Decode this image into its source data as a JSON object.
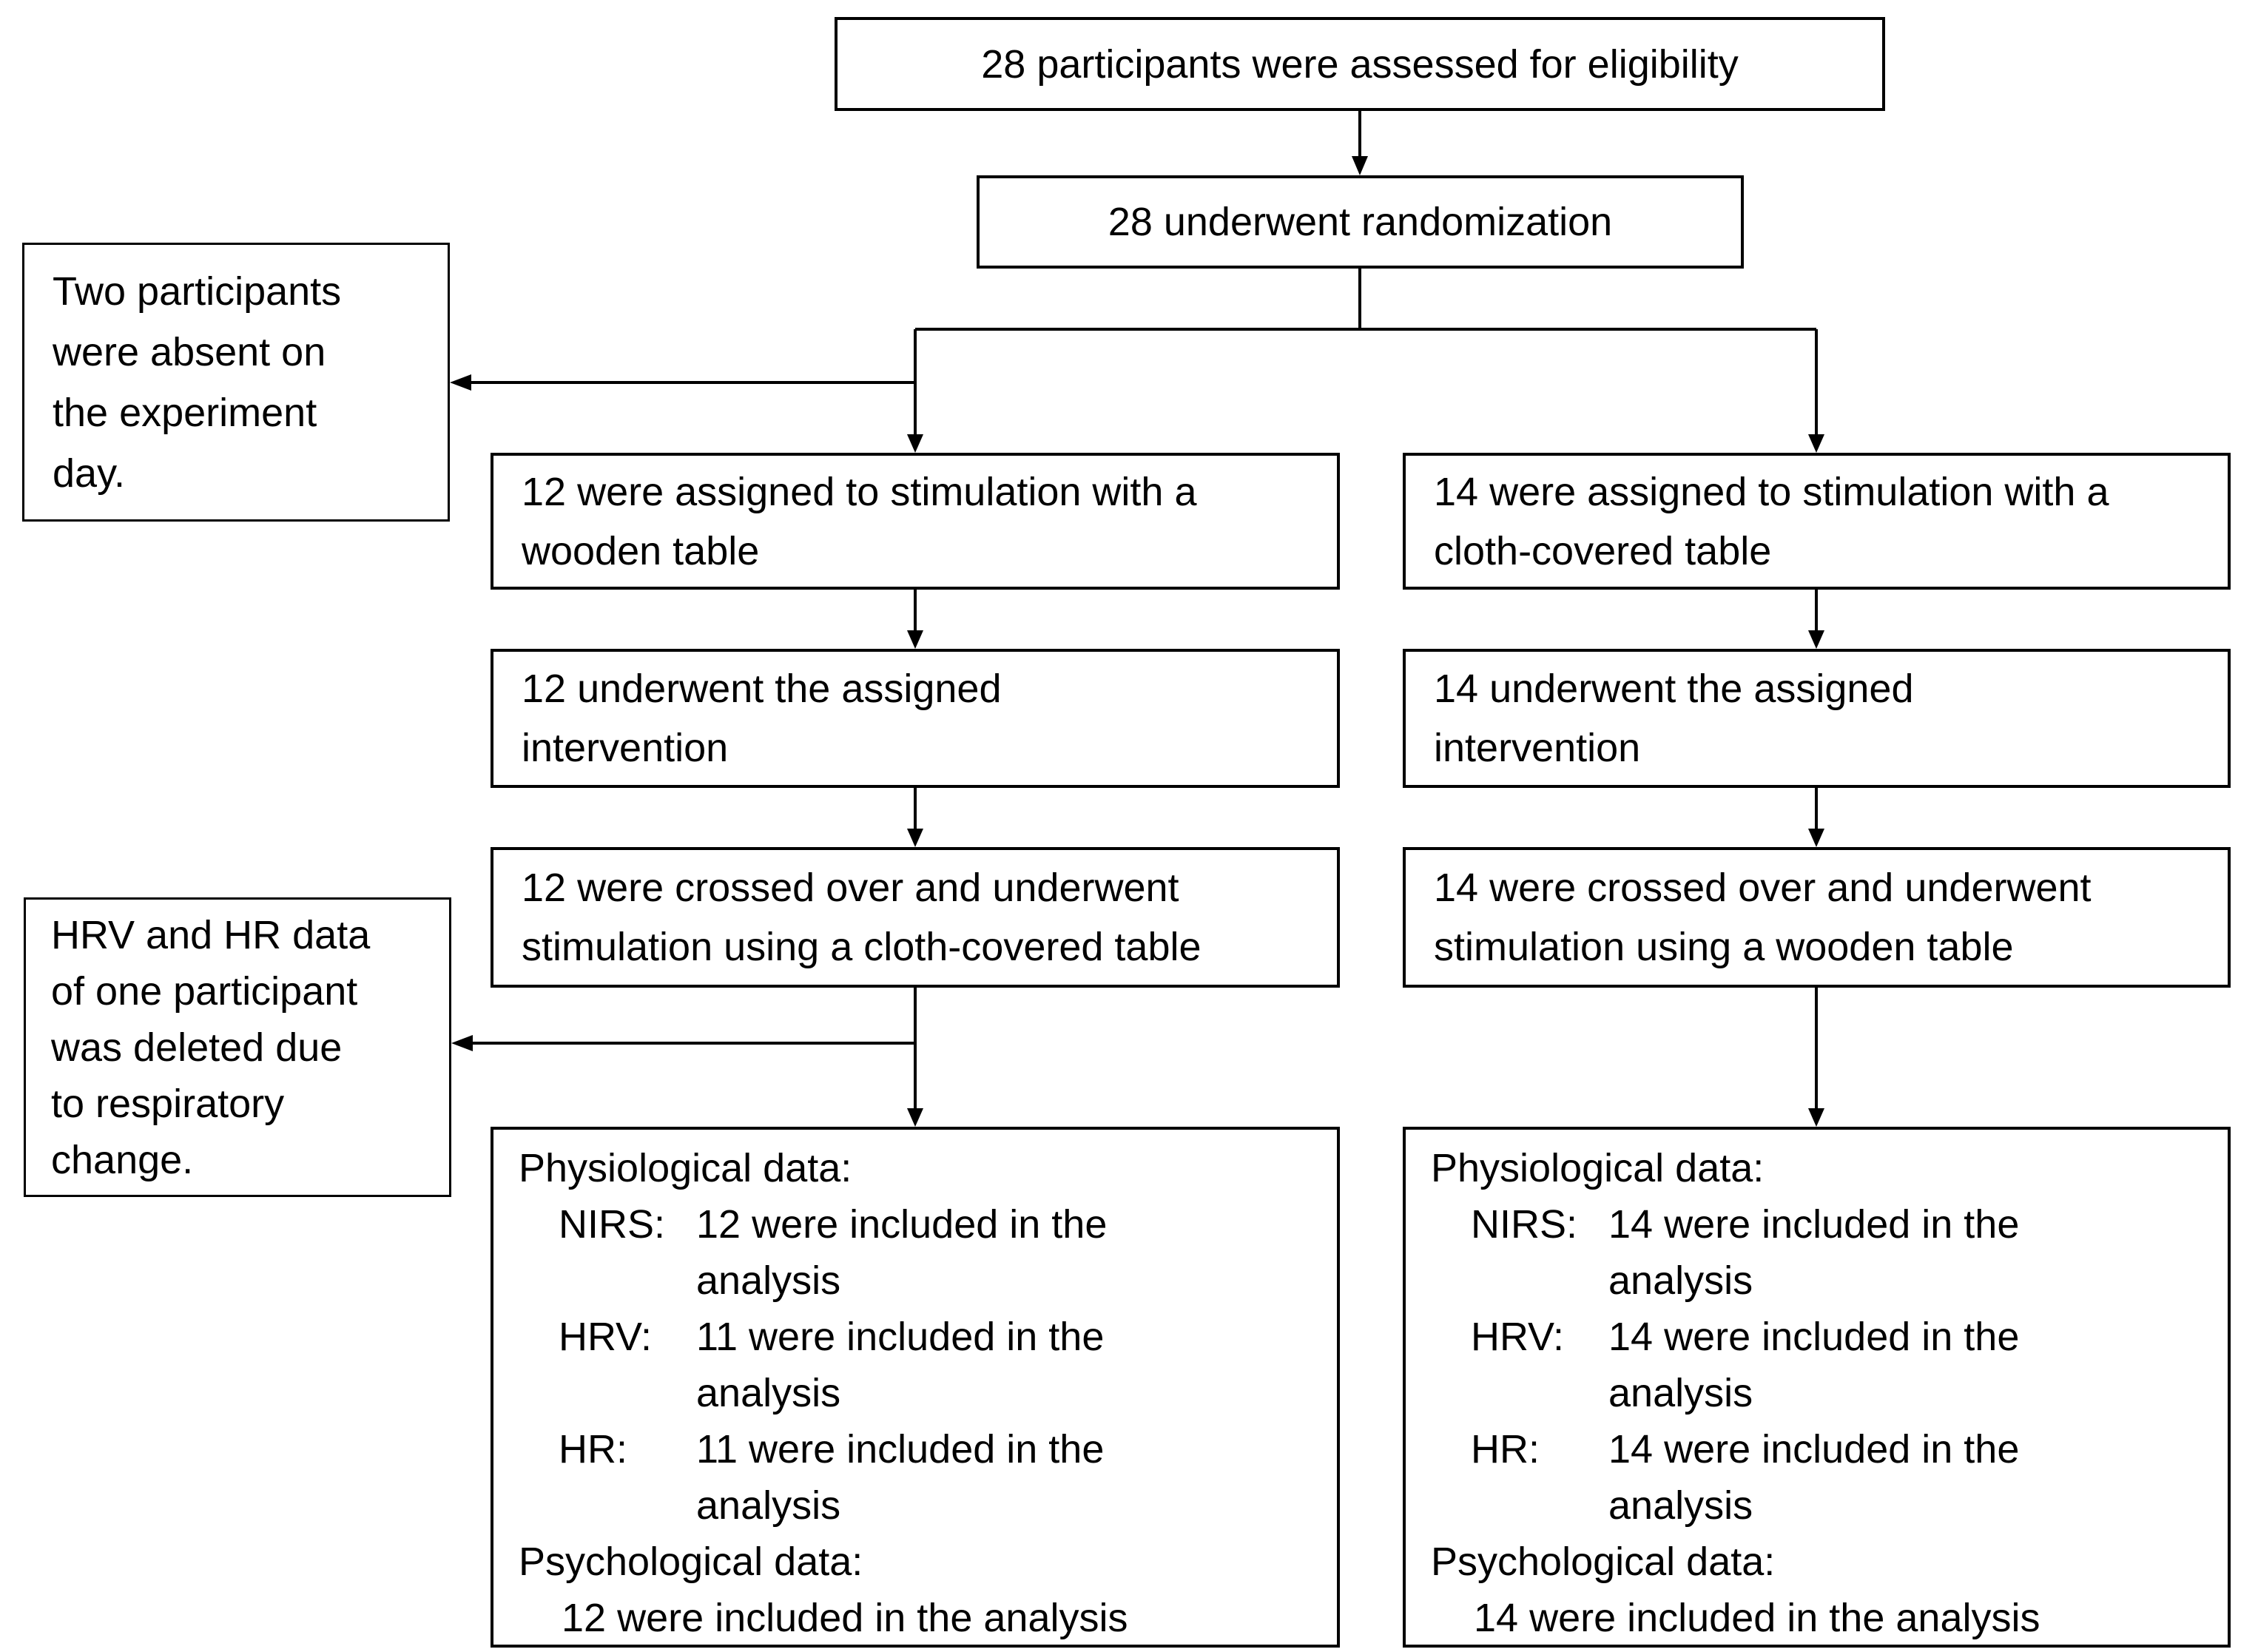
{
  "figure": {
    "eligibility": "28 participants were assessed for eligibility",
    "randomization": "28 underwent randomization",
    "note_absent": "Two participants\nwere absent on\nthe experiment\nday.",
    "note_deleted": "HRV and HR data\nof one participant\nwas deleted due\nto respiratory\nchange.",
    "wooden_arm": {
      "assigned": "12 were assigned to stimulation with a\nwooden table",
      "intervention": "12 underwent the assigned\nintervention",
      "crossover": "12 were crossed over and underwent\nstimulation using a cloth-covered table",
      "analysis": {
        "physiological_header": "Physiological data:",
        "metrics": [
          {
            "label": "NIRS:",
            "value": "12 were included in the\nanalysis"
          },
          {
            "label": "HRV:",
            "value": "11 were included in the\nanalysis"
          },
          {
            "label": "HR:",
            "value": "11 were included in the\nanalysis"
          }
        ],
        "psychological_header": "Psychological data:",
        "psychological_value": "12 were included in the analysis"
      }
    },
    "cloth_arm": {
      "assigned": "14 were assigned to stimulation with a\ncloth-covered table",
      "intervention": "14 underwent the assigned\nintervention",
      "crossover": "14 were crossed over and underwent\nstimulation using a wooden table",
      "analysis": {
        "physiological_header": "Physiological data:",
        "metrics": [
          {
            "label": "NIRS:",
            "value": "14 were included in the\nanalysis"
          },
          {
            "label": "HRV:",
            "value": "14 were included in the\nanalysis"
          },
          {
            "label": "HR:",
            "value": "14 were included in the\nanalysis"
          }
        ],
        "psychological_header": "Psychological data:",
        "psychological_value": "14 were included in the analysis"
      }
    }
  }
}
